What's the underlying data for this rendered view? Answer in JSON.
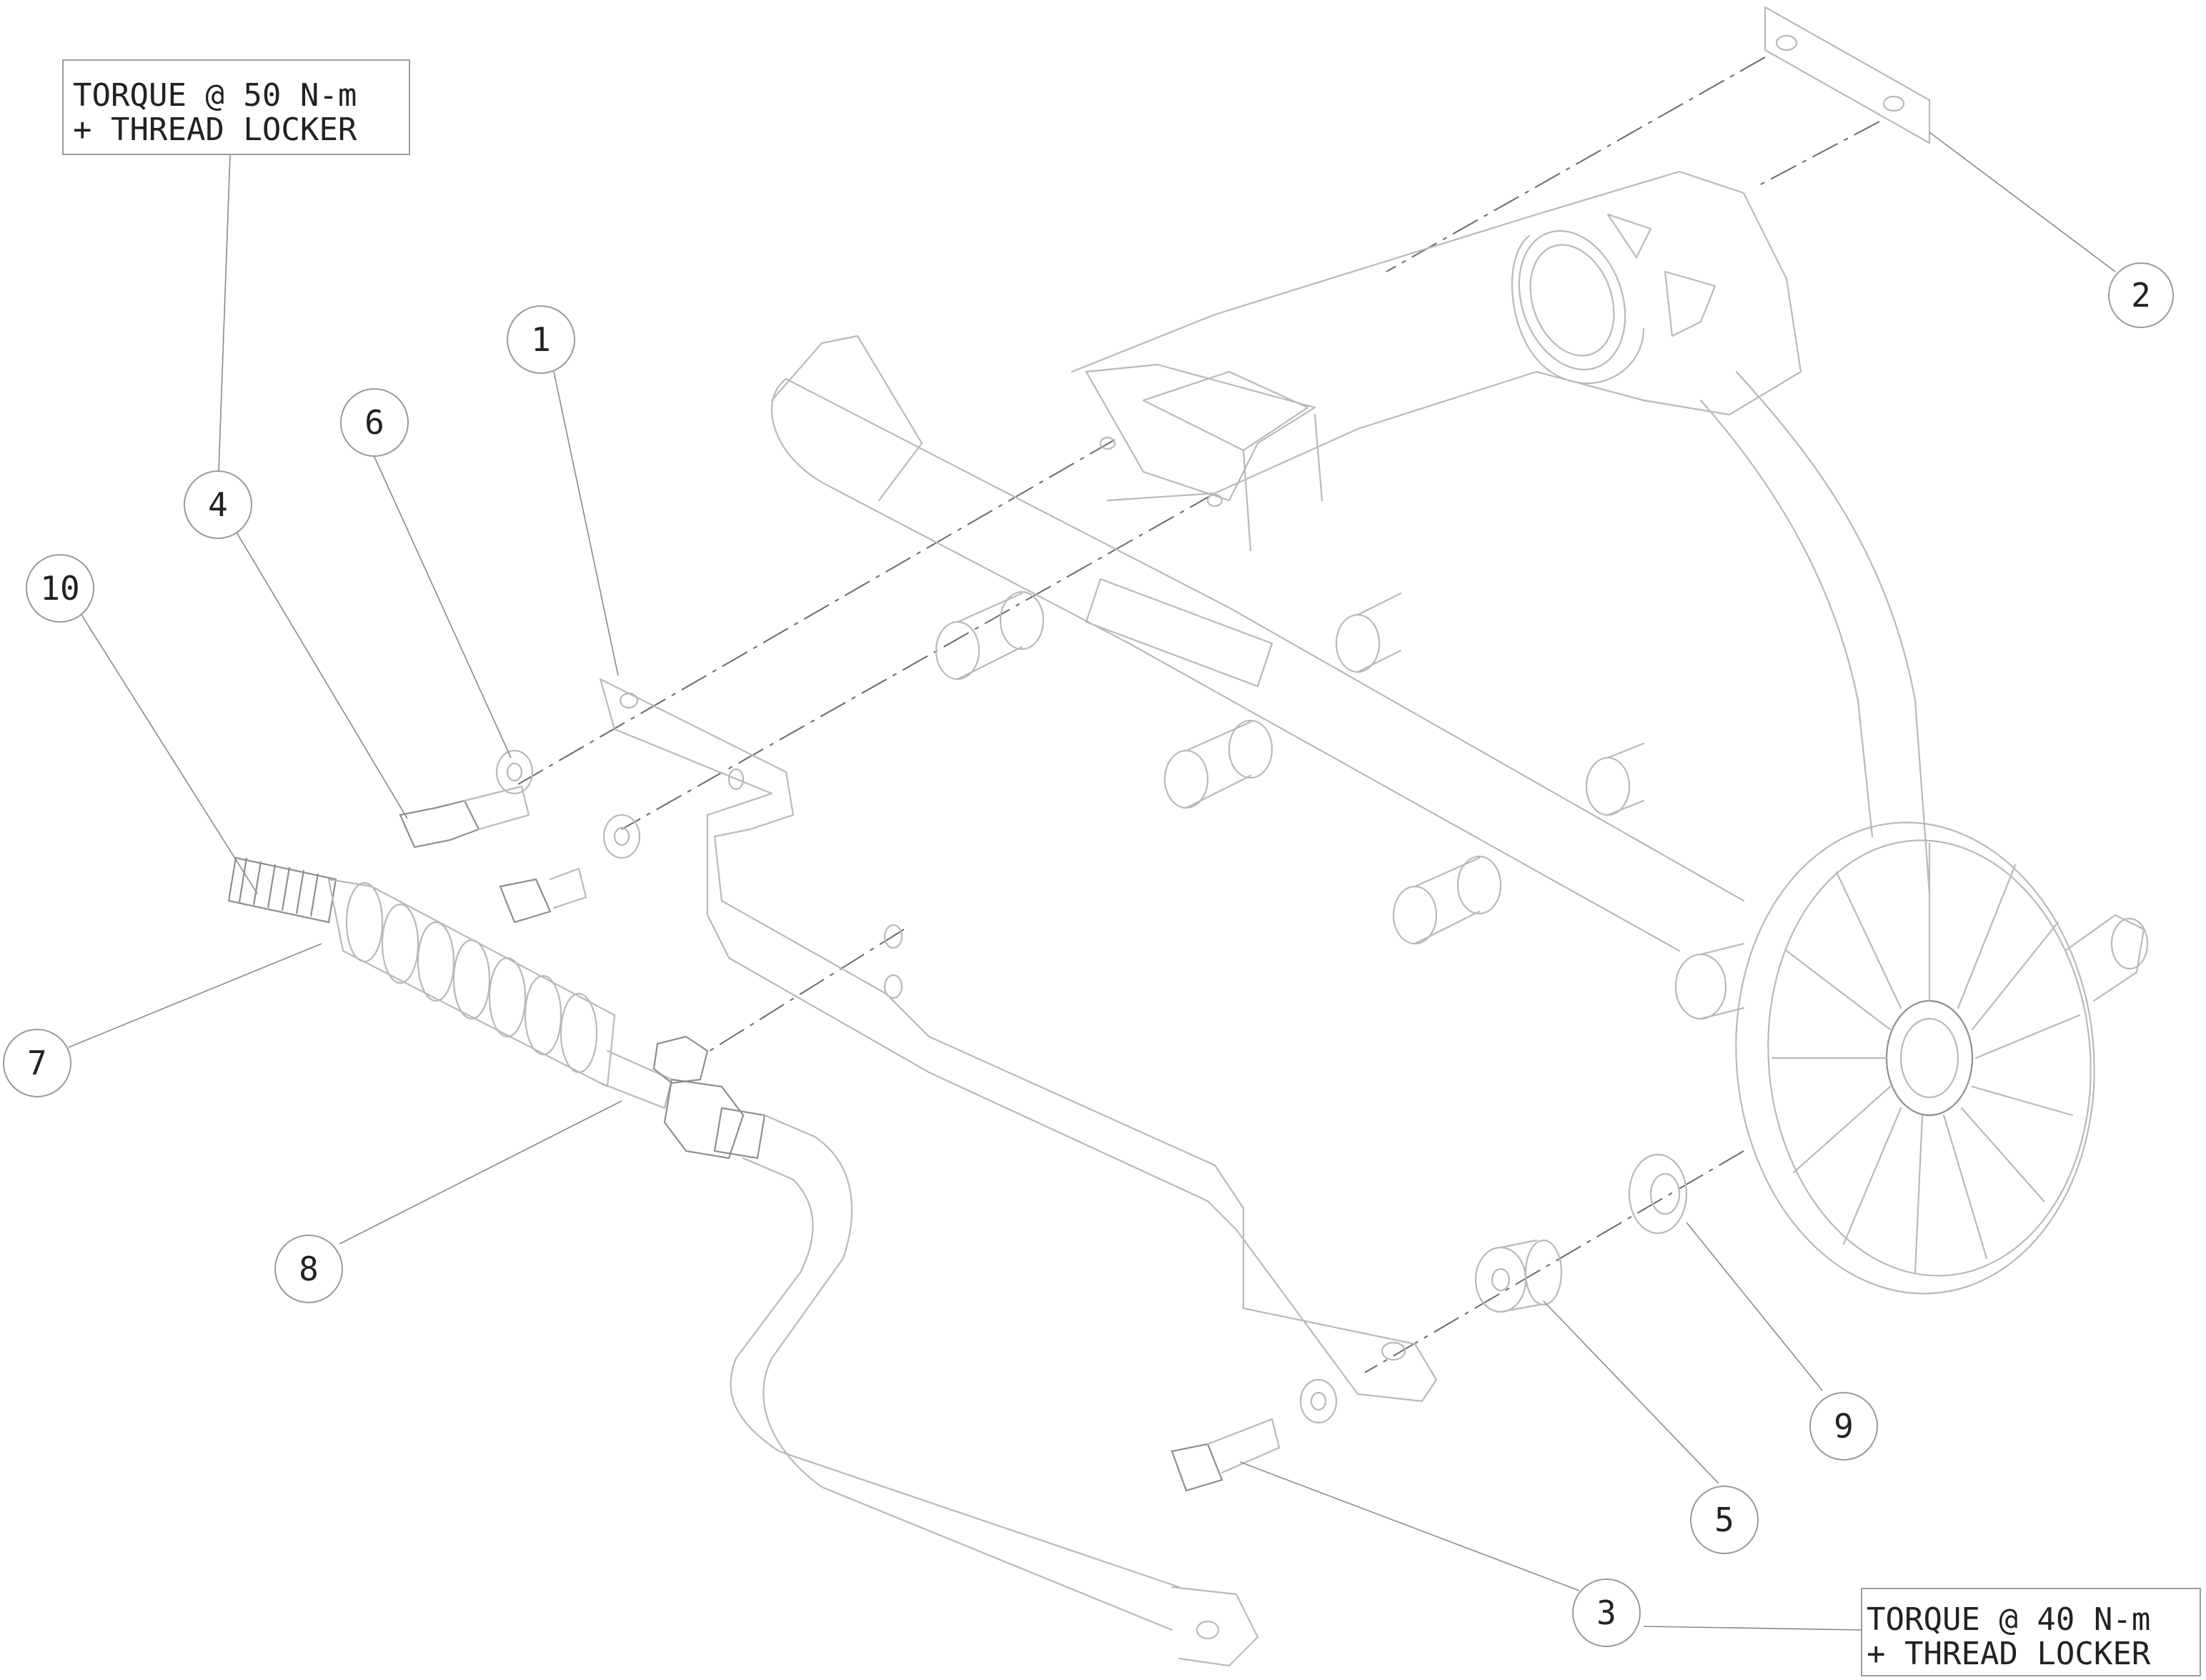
{
  "notes": {
    "top_left": {
      "line1": "TORQUE @ 50 N-m",
      "line2": "+ THREAD LOCKER"
    },
    "bottom_right": {
      "line1": "TORQUE @ 40 N-m",
      "line2": "+ THREAD LOCKER"
    }
  },
  "callouts": [
    "1",
    "2",
    "3",
    "4",
    "5",
    "6",
    "7",
    "8",
    "9",
    "10"
  ]
}
